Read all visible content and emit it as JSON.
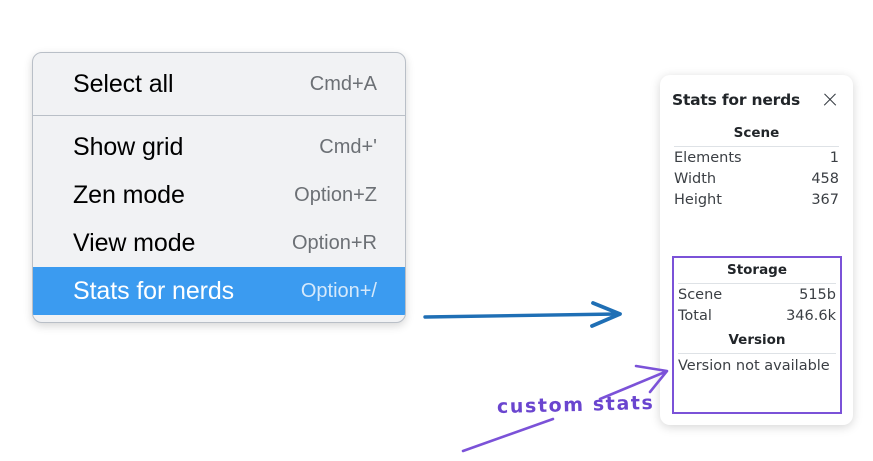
{
  "menu": {
    "name": "canvas-context-menu",
    "groups": [
      {
        "items": [
          {
            "label": "Select all",
            "shortcut": "Cmd+A",
            "selected": false
          }
        ]
      },
      {
        "items": [
          {
            "label": "Show grid",
            "shortcut": "Cmd+'",
            "selected": false
          },
          {
            "label": "Zen mode",
            "shortcut": "Option+Z",
            "selected": false
          },
          {
            "label": "View mode",
            "shortcut": "Option+R",
            "selected": false
          },
          {
            "label": "Stats for nerds",
            "shortcut": "Option+/",
            "selected": true
          }
        ]
      }
    ],
    "highlight_color": "#3b9bf0",
    "background_color": "#f1f2f4"
  },
  "stats_panel": {
    "title": "Stats for nerds",
    "close_icon": "close-icon",
    "sections": [
      {
        "title": "Scene",
        "rows": [
          {
            "key": "Elements",
            "value": "1"
          },
          {
            "key": "Width",
            "value": "458"
          },
          {
            "key": "Height",
            "value": "367"
          }
        ]
      },
      {
        "title": "Storage",
        "rows": [
          {
            "key": "Scene",
            "value": "515b"
          },
          {
            "key": "Total",
            "value": "346.6k"
          }
        ]
      },
      {
        "title": "Version",
        "full_rows": [
          "Version not available"
        ]
      }
    ],
    "highlight_box_color": "#7b52d8"
  },
  "annotations": {
    "handwritten_note": "custom stats",
    "note_color": "#6a45cf",
    "blue_arrow_color": "#1f6fb5",
    "purple_arrow_color": "#7b52d8"
  }
}
